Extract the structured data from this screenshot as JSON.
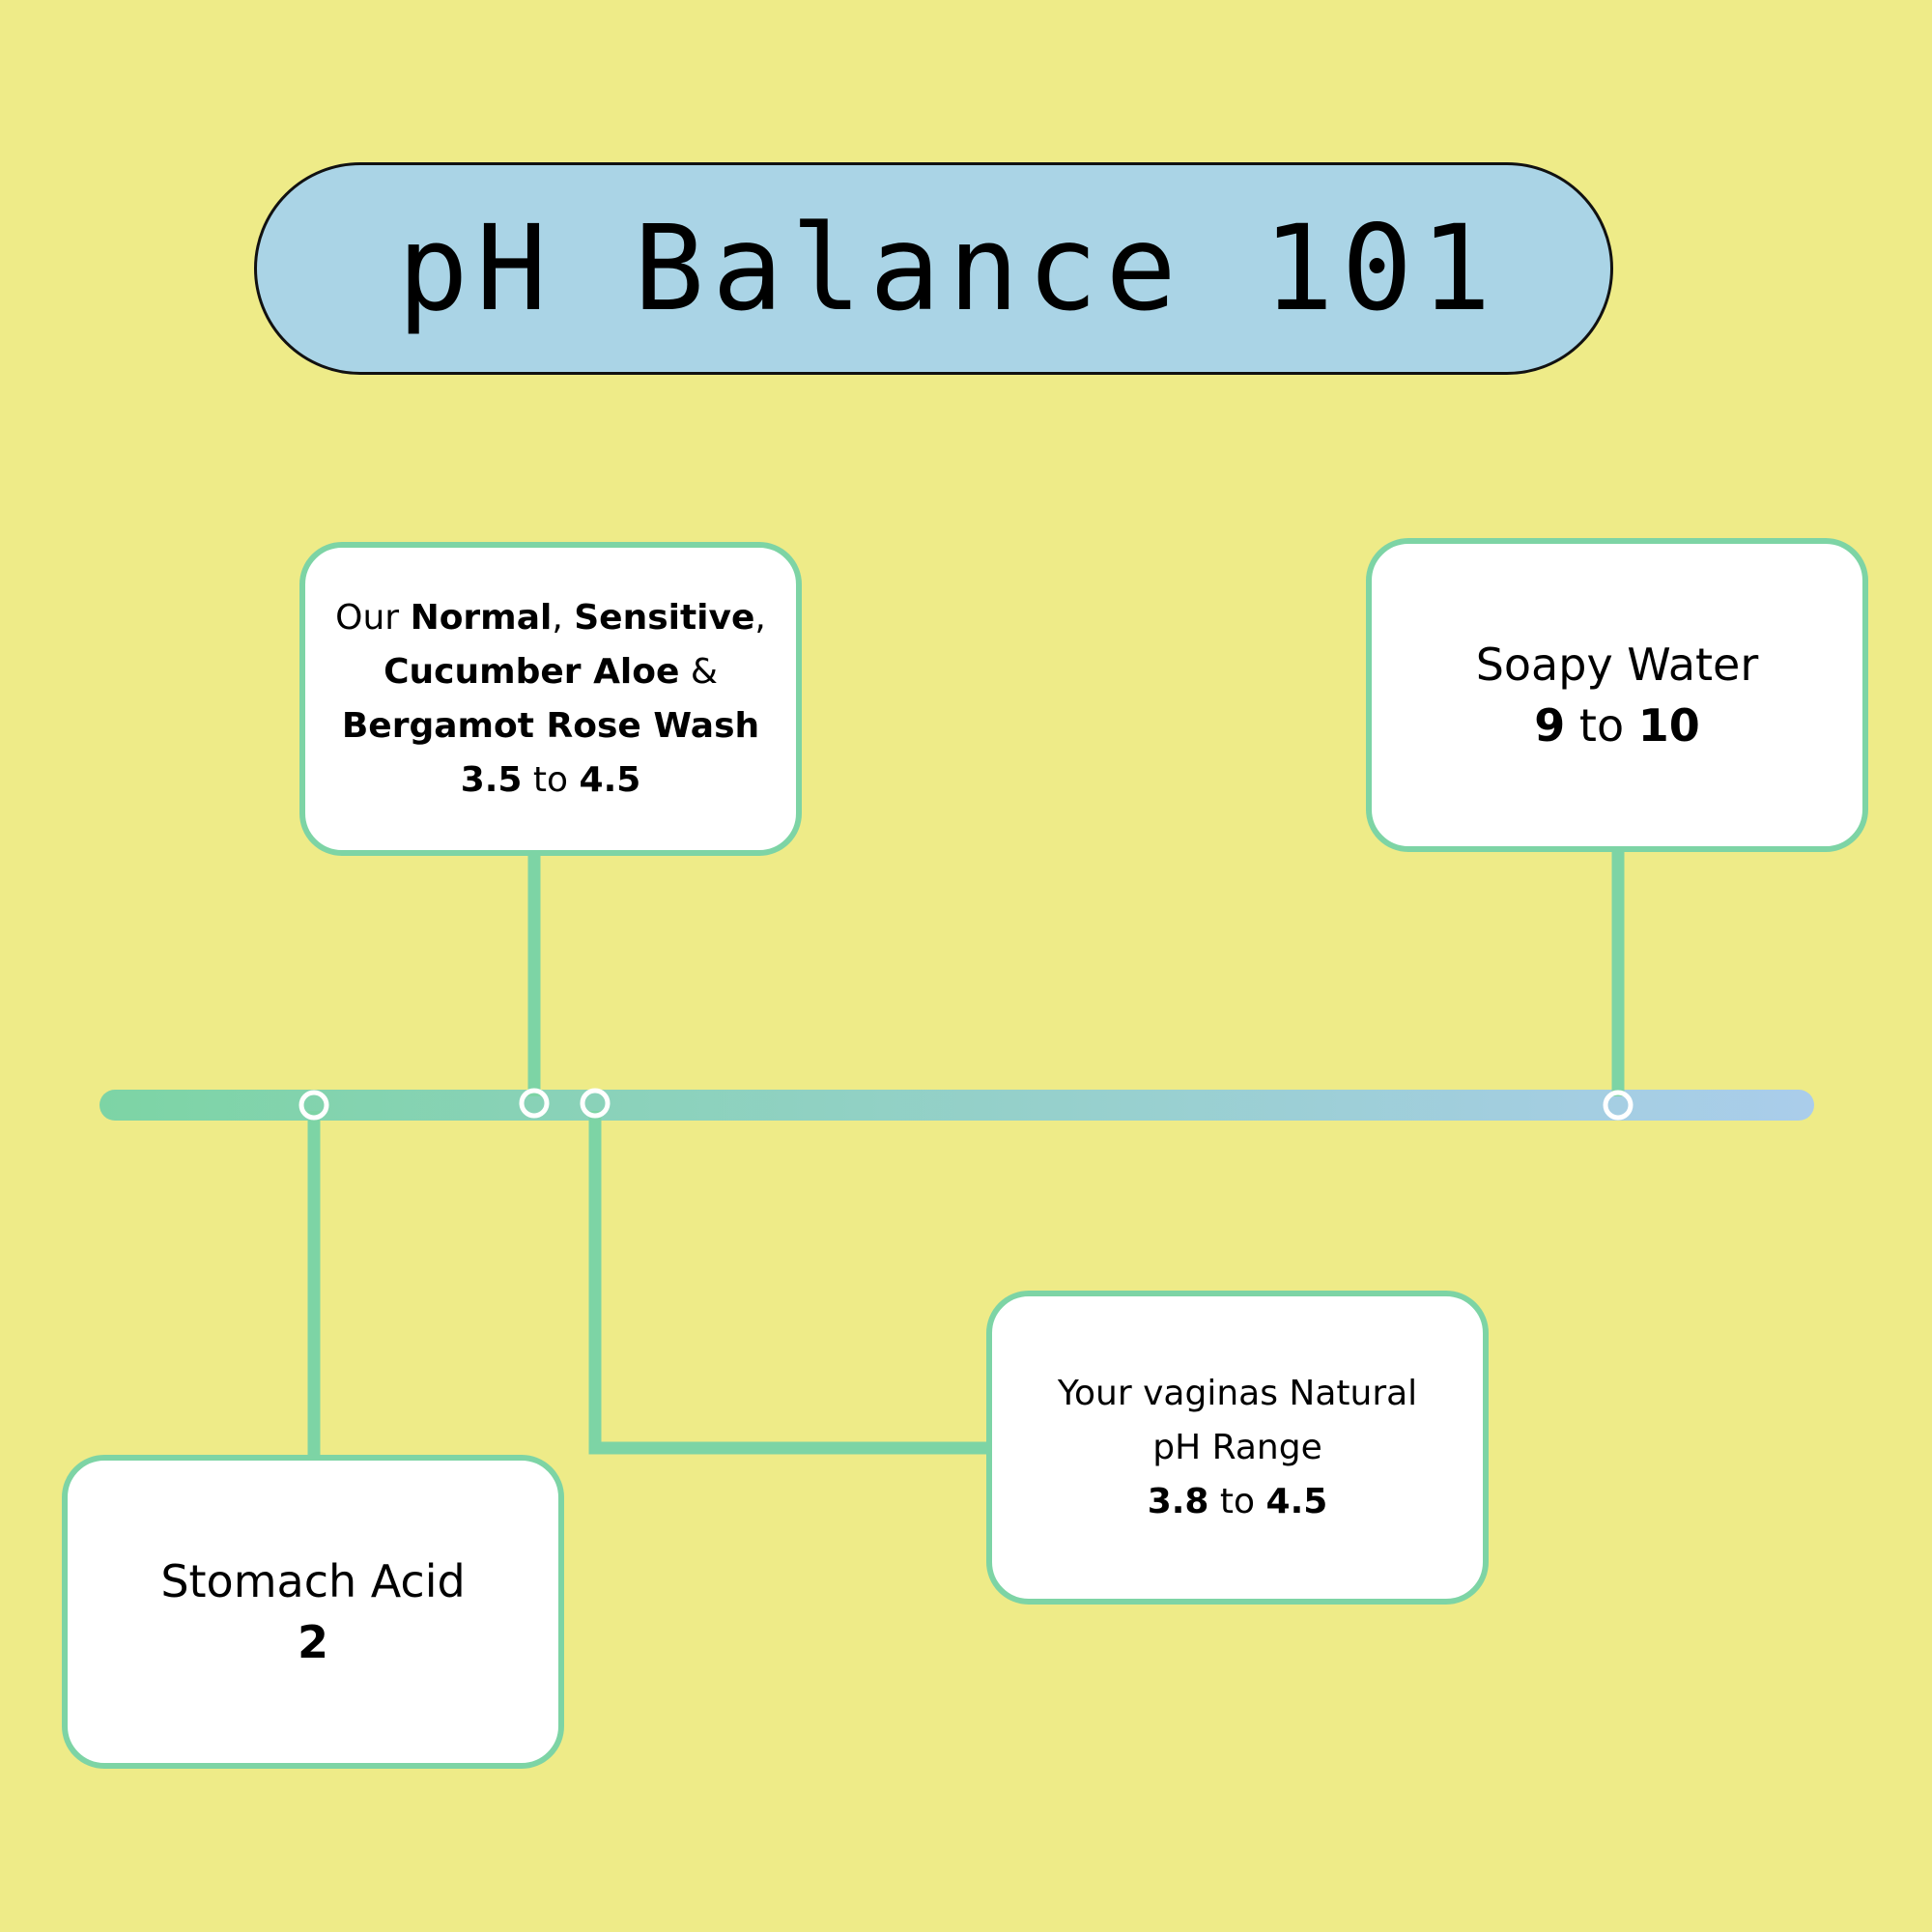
{
  "title": "pH Balance 101",
  "colors": {
    "background": "#EEEB88",
    "title_fill": "#AAD4E6",
    "connector": "#7DD4A5",
    "scale_start": "#7DD4A5",
    "scale_end": "#AACDEB",
    "card_fill": "#FFFFFF"
  },
  "cards": {
    "products": {
      "prefix": "Our ",
      "name1": "Normal",
      "sep1": ", ",
      "name2": "Sensitive",
      "sep2": ",",
      "name3": "Cucumber Aloe",
      "sep3": " &",
      "name4": "Bergamot Rose Wash",
      "low": "3.5",
      "to": " to ",
      "high": "4.5"
    },
    "soapy": {
      "label": "Soapy Water",
      "low": "9",
      "to": " to ",
      "high": "10"
    },
    "vaginal": {
      "line1": "Your vaginas Natural",
      "line2": "pH Range",
      "low": "3.8",
      "to": " to ",
      "high": "4.5"
    },
    "stomach": {
      "label": "Stomach Acid",
      "value": "2"
    }
  }
}
